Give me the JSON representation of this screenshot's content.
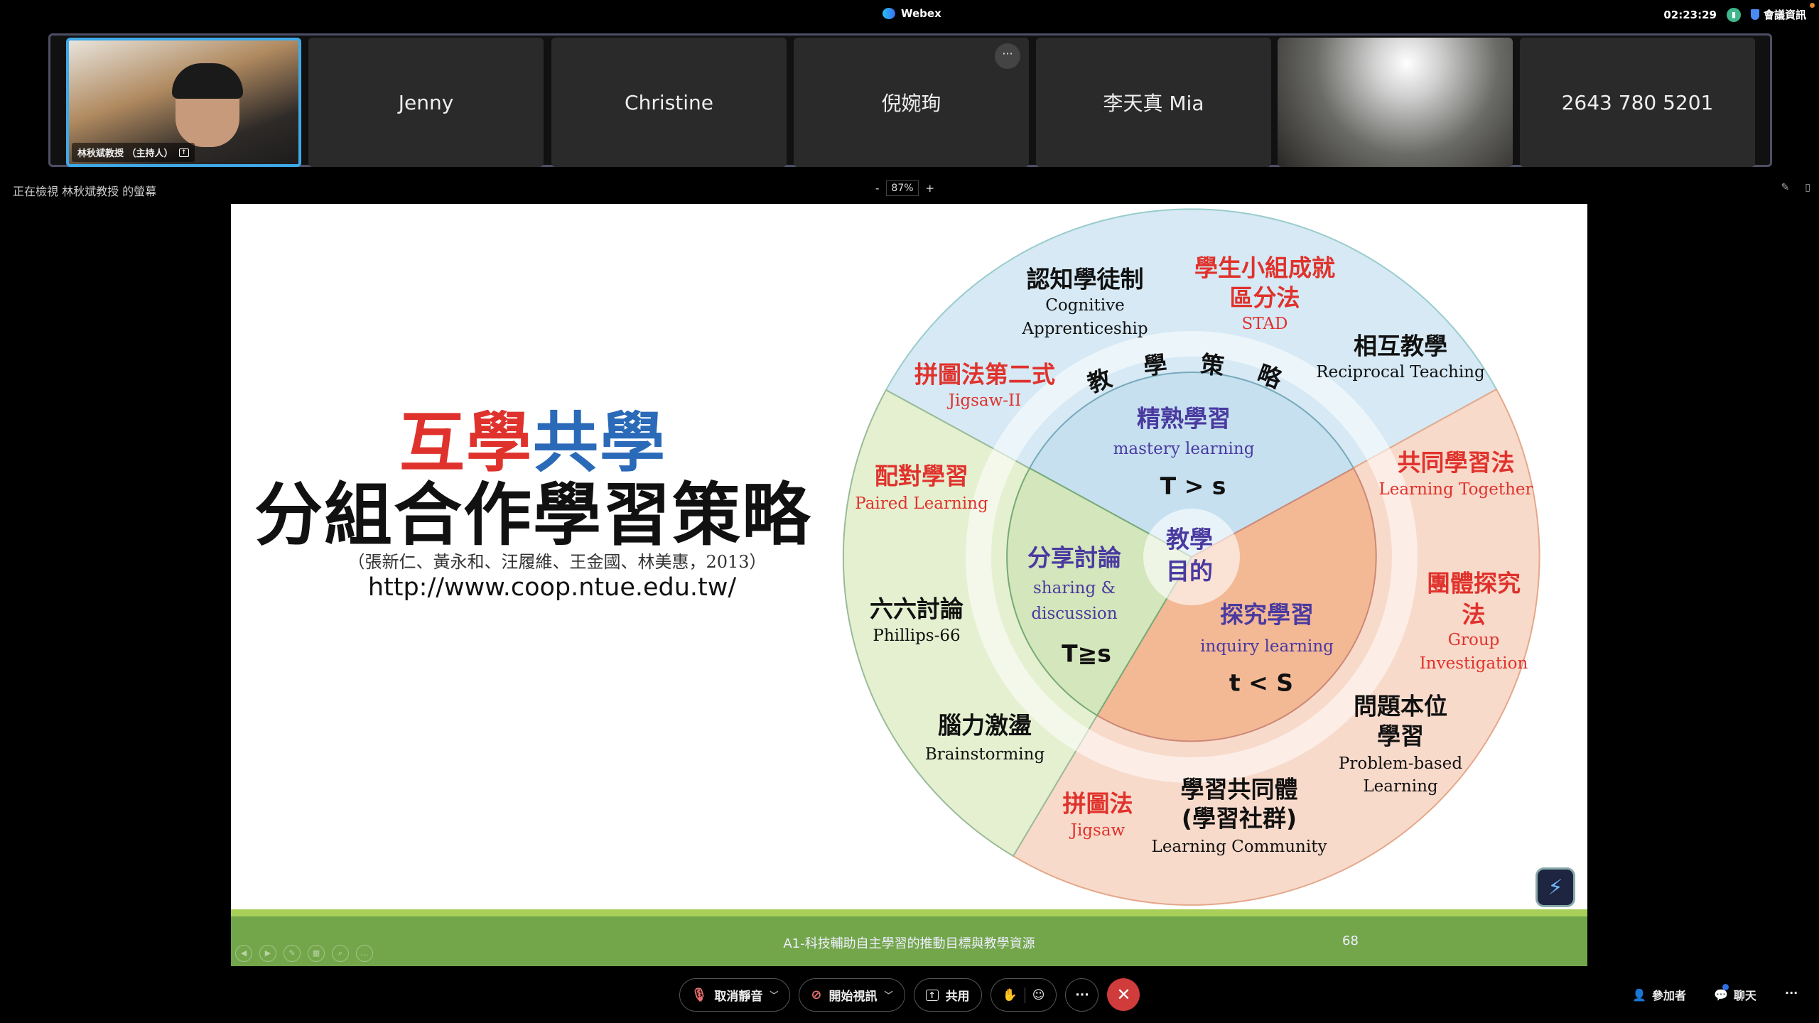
{
  "topbar": {
    "app_name": "Webex",
    "time": "02:23:29",
    "meeting_info": "會議資訊"
  },
  "filmstrip": {
    "tiles": [
      {
        "name": "林秋斌教授 （主持人）",
        "type": "video"
      },
      {
        "name": "Jenny"
      },
      {
        "name": "Christine"
      },
      {
        "name": "倪婉珣",
        "more": "···"
      },
      {
        "name": "李天真 Mia"
      },
      {
        "name": "",
        "type": "video"
      },
      {
        "name": "2643 780 5201"
      }
    ]
  },
  "share": {
    "viewing": "正在檢視 林秋斌教授 的螢幕",
    "zoom_minus": "-",
    "zoom_value": "87%",
    "zoom_plus": "+"
  },
  "slide": {
    "title_part1": "互學",
    "title_part2": "共學",
    "subtitle": "分組合作學習策略",
    "citation": "（張新仁、黃永和、汪履維、王金國、林美惠，2013）",
    "url": "http://www.coop.ntue.edu.tw/",
    "footer": "A1-科技輔助自主學習的推動目標與教學資源",
    "page": "68",
    "colors": {
      "red": "#e0322c",
      "blue": "#2a6ab8",
      "footer": "#73a64a"
    },
    "diagram": {
      "ring_label": [
        "教",
        "學",
        "策",
        "略"
      ],
      "center": [
        "教學",
        "目的"
      ],
      "inner": [
        {
          "cn": "精熟學習",
          "en": "mastery learning",
          "formula": "T > s"
        },
        {
          "cn": "分享討論",
          "en1": "sharing &",
          "en2": "discussion",
          "formula": "T≧s"
        },
        {
          "cn": "探究學習",
          "en": "inquiry learning",
          "formula": "t < S"
        }
      ],
      "outer": {
        "cognitive": {
          "cn": "認知學徒制",
          "en1": "Cognitive",
          "en2": "Apprenticeship"
        },
        "stad": {
          "cn1": "學生小組成就",
          "cn2": "區分法",
          "en": "STAD"
        },
        "reciprocal": {
          "cn": "相互教學",
          "en": "Reciprocal Teaching"
        },
        "jigsaw2": {
          "cn": "拼圖法第二式",
          "en": "Jigsaw-II"
        },
        "paired": {
          "cn": "配對學習",
          "en": "Paired Learning"
        },
        "together": {
          "cn": "共同學習法",
          "en": "Learning Together"
        },
        "phillips": {
          "cn": "六六討論",
          "en": "Phillips-66"
        },
        "group": {
          "cn1": "團體探究",
          "cn2": "法",
          "en1": "Group",
          "en2": "Investigation"
        },
        "brainstorm": {
          "cn": "腦力激盪",
          "en": "Brainstorming"
        },
        "pbl": {
          "cn1": "問題本位",
          "cn2": "學習",
          "en1": "Problem-based",
          "en2": "Learning"
        },
        "community": {
          "cn1": "學習共同體",
          "cn2": "(學習社群)",
          "en": "Learning Community"
        },
        "jigsaw": {
          "cn": "拼圖法",
          "en": "Jigsaw"
        }
      }
    }
  },
  "toolbar": {
    "unmute": "取消靜音",
    "start_video": "開始視訊",
    "share": "共用",
    "more": "···",
    "participants": "參加者",
    "chat": "聊天",
    "overflow": "···"
  }
}
